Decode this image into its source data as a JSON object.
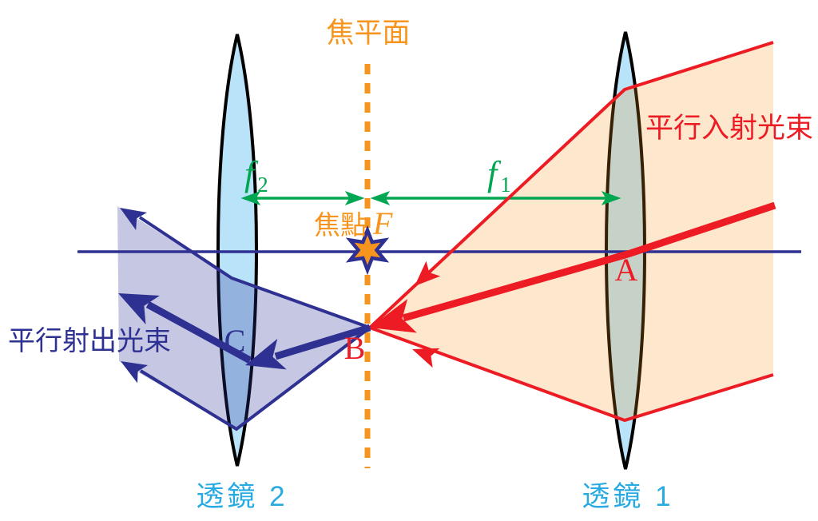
{
  "figure": {
    "type": "optics-two-lens-diagram",
    "labels": {
      "focal_plane": "焦平面",
      "focal_point": "焦點",
      "focal_point_symbol": "F",
      "f2": {
        "base": "f",
        "sub": "2"
      },
      "f1": {
        "base": "f",
        "sub": "1"
      },
      "incident_beam": "平行入射光束",
      "exit_beam": "平行射出光束",
      "point_a": "A",
      "point_b": "B",
      "point_c": "C",
      "lens2": "透鏡 2",
      "lens1": "透鏡 1"
    },
    "colors": {
      "ray_red": "#ed1c24",
      "axis_navy": "#2e3192",
      "orange": "#f7941d",
      "green": "#00a651",
      "lens_label_cyan": "#29abe2",
      "lens_fill": "#b9e3f9",
      "lens_outline": "#000000",
      "incident_beam_fill": "#fbe7cd",
      "exit_beam_fill": "#c7c6e2"
    }
  }
}
